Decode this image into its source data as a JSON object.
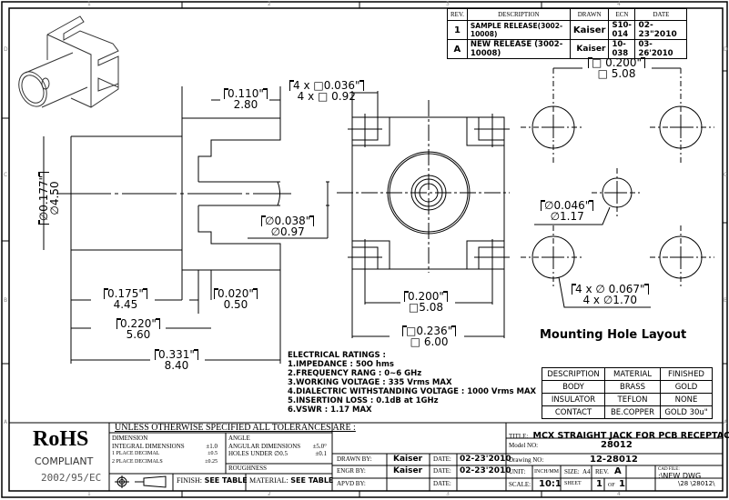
{
  "border": {
    "column_zones": [
      "1",
      "2",
      "3",
      "4"
    ],
    "row_zones": [
      "D",
      "C",
      "B",
      "A"
    ]
  },
  "revision_table": {
    "headers": [
      "REV.",
      "DESCRIPTION",
      "DRAWN",
      "ECN",
      "DATE"
    ],
    "rows": [
      {
        "rev": "1",
        "description": "SAMPLE RELEASE(3002-10008)",
        "drawn": "Kaiser",
        "ecn": "S10-014",
        "date": "02-23\"2010"
      },
      {
        "rev": "A",
        "description": "NEW RELEASE (3002-10008)",
        "drawn": "Kaiser",
        "ecn": "10-038",
        "date": "03-26'2010"
      }
    ]
  },
  "dimensions": {
    "side_width": {
      "inch": "0.110\"",
      "mm": "2.80"
    },
    "pad_size": {
      "inch": "4 x □0.036\"",
      "mm": "4 x □ 0.92"
    },
    "body_diameter": {
      "inch": "∅0.177\"",
      "mm": "∅4.50"
    },
    "pin_diameter": {
      "inch": "∅0.038\"",
      "mm": "∅0.97"
    },
    "length_a": {
      "inch": "0.175\"",
      "mm": "4.45"
    },
    "length_b": {
      "inch": "0.020\"",
      "mm": "0.50"
    },
    "length_c": {
      "inch": "0.220\"",
      "mm": "5.60"
    },
    "length_total": {
      "inch": "0.331\"",
      "mm": "8.40"
    },
    "pad_pitch": {
      "inch": "0.200\"",
      "mm": "□5.08"
    },
    "body_square": {
      "inch": "□0.236\"",
      "mm": "□ 6.00"
    }
  },
  "mounting_layout": {
    "title": "Mounting Hole Layout",
    "pitch": {
      "inch": "□ 0.200\"",
      "mm": "□ 5.08"
    },
    "center_hole": {
      "inch": "∅0.046\"",
      "mm": "∅1.17"
    },
    "corner_holes": {
      "inch": "4 x ∅ 0.067\"",
      "mm": "4 x ∅1.70"
    }
  },
  "electrical_ratings": {
    "heading": "ELECTRICAL RATINGS :",
    "items": [
      "1.IMPEDANCE : 50O hms",
      "2.FREQUENCY RANG : 0~6 GHz",
      "3.WORKING VOLTAGE : 335 Vrms MAX",
      "4.DIALECTRIC WITHSTANDING VOLTAGE : 1000 Vrms MAX",
      "5.INSERTION LOSS : 0.1dB at 1GHz",
      "6.VSWR : 1.17 MAX"
    ]
  },
  "material_table": {
    "headers": [
      "DESCRIPTION",
      "MATERIAL",
      "FINISHED"
    ],
    "rows": [
      [
        "BODY",
        "BRASS",
        "GOLD"
      ],
      [
        "INSULATOR",
        "TEFLON",
        "NONE"
      ],
      [
        "CONTACT",
        "BE.COPPER",
        "GOLD 30u\""
      ]
    ]
  },
  "rohs": {
    "title": "RoHS",
    "subtitle": "COMPLIANT",
    "directive": "2002/95/EC"
  },
  "tolerances": {
    "heading": "UNLESS OTHERWISE SPECIFIED ALL TOLERANCES ARE :",
    "dimension_label": "DIMENSION",
    "dimension_rows": [
      {
        "label": "INTEGRAL DIMENSIONS",
        "value": "±1.0"
      },
      {
        "label": "1 PLACE DECIMAL",
        "value": "±0.5"
      },
      {
        "label": "2 PLACE DECIMALS",
        "value": "±0.25"
      }
    ],
    "angle_label": "ANGLE",
    "angle_rows": [
      {
        "label": "ANGULAR DIMENSIONS",
        "value": "±5.0°"
      },
      {
        "label": "HOLES UNDER ∅0.5",
        "value": "±0.1"
      }
    ],
    "roughness_label": "ROUGHNESS",
    "finish_label": "FINISH:",
    "finish_value": "SEE TABLE",
    "material_label": "MATERIAL:",
    "material_value": "SEE TABLE"
  },
  "title_block": {
    "title_label": "TITLE:",
    "title": "MCX STRAIGHT JACK FOR PCB RECEPTACLE",
    "model_label": "Model NO:",
    "model": "28012",
    "drawing_label": "Drawing NO:",
    "drawing": "12-28012",
    "drawn_by_label": "DRAWN BY:",
    "drawn_by": "Kaiser",
    "engr_by_label": "ENGR BY:",
    "engr_by": "Kaiser",
    "apvd_by_label": "APVD BY:",
    "apvd_by": "",
    "date_label": "DATE:",
    "drawn_date": "02-23'2010",
    "engr_date": "02-23'2010",
    "apvd_date": "",
    "unit_label": "UNIT:",
    "unit": "INCH/MM",
    "size_label": "SIZE:",
    "size": "A4",
    "rev_label": "REV.",
    "rev": "A",
    "scale_label": "SCALE:",
    "scale": "10:1",
    "sheet_label": "SHEET",
    "sheet": "1",
    "of_label": "OF",
    "of": "1",
    "cad_label": "CAD FILE:",
    "cad_path_1": ":\\NEW DWG",
    "cad_path_2": "\\28 \\28012\\"
  }
}
